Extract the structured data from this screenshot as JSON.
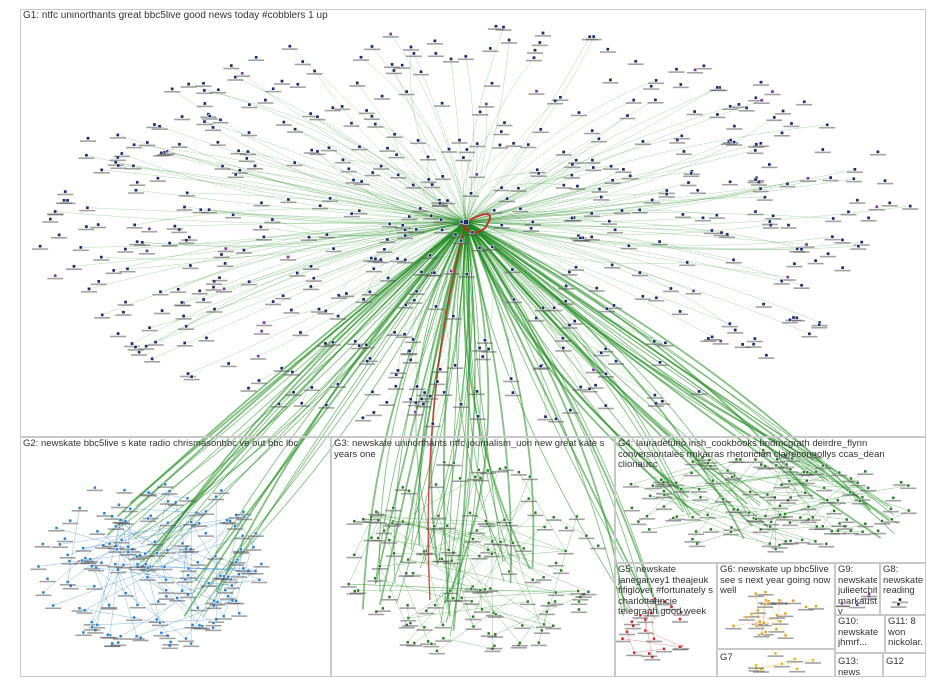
{
  "colors": {
    "edge_green": "#1f8a1f",
    "edge_red": "#cc2222",
    "node_navy": "#1a2a6c",
    "node_blue": "#2a7fd0",
    "node_green": "#2b7a2b",
    "node_red": "#cc2222",
    "node_orange": "#e8a020",
    "node_yellow": "#d8c020",
    "node_purple": "#7a3aa0",
    "border": "#c8c8c8"
  },
  "groups": [
    {
      "id": "G1",
      "label": "G1: ntfc uninorthants great bbc5live good news today #cobblers 1 up"
    },
    {
      "id": "G2",
      "label": "G2: newskate bbc5live s kate radio chrismasonbbc ve out bbc lbc"
    },
    {
      "id": "G3",
      "label": "G3: newskate uninorthants ntfc journalism_uon new great kate s years one"
    },
    {
      "id": "G4",
      "label": "G4: lauradefurio irish_cookbooks bridmcgrath deirdre_flynn conversiontales rmkarras rhetorician claireconnollys ccas_dean clionaucc"
    },
    {
      "id": "G5",
      "label": "G5: newskate janegarvey1 theajeuk fifiglover #fortunately s charlottarincie telegraph good week"
    },
    {
      "id": "G6",
      "label": "G6: newskate up bbc5live see s next year going now well"
    },
    {
      "id": "G7",
      "label": "G7"
    },
    {
      "id": "G8",
      "label": "G8: newskate reading"
    },
    {
      "id": "G9",
      "label": "G9: newskate julieetchitv markausti... v"
    },
    {
      "id": "G10",
      "label": "G10: newskate jhmrf..."
    },
    {
      "id": "G11",
      "label": "G11: 8 won nickolar..."
    },
    {
      "id": "G12",
      "label": "G12"
    },
    {
      "id": "G13",
      "label": "G13: news"
    }
  ]
}
